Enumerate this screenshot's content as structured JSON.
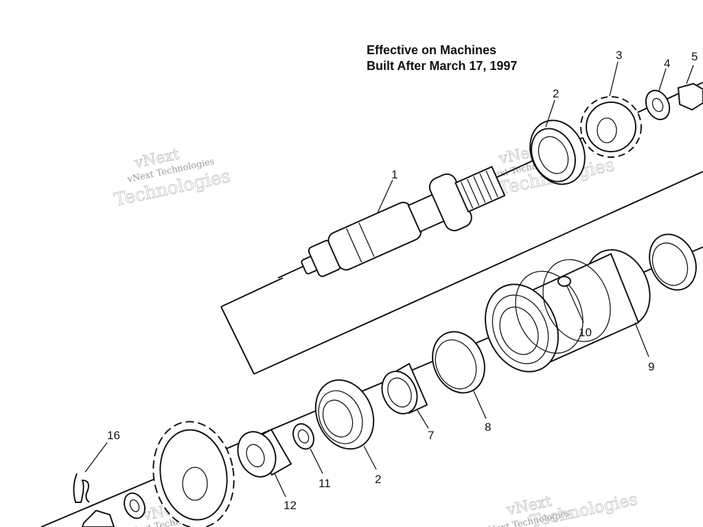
{
  "heading": {
    "line1": "Effective on Machines",
    "line2": "Built After March 17, 1997"
  },
  "callouts": {
    "c1": "1",
    "c2a": "2",
    "c2b": "2",
    "c3": "3",
    "c4": "4",
    "c5": "5",
    "c7": "7",
    "c8": "8",
    "c9": "9",
    "c10": "10",
    "c11": "11",
    "c12": "12",
    "c16": "16"
  },
  "watermark": {
    "brand": "vNext",
    "word": "Technologies",
    "full": "vNext Technologies"
  }
}
